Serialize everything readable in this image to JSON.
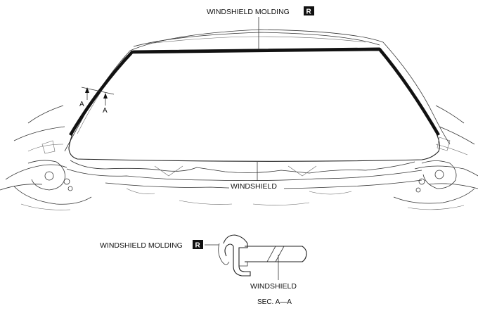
{
  "labels": {
    "top_molding": "WINDSHIELD MOLDING",
    "windshield_main": "WINDSHIELD",
    "section_molding": "WINDSHIELD MOLDING",
    "section_windshield": "WINDSHIELD",
    "section_title": "SEC. A—A",
    "section_marker": "A",
    "replace_badge": "R"
  }
}
